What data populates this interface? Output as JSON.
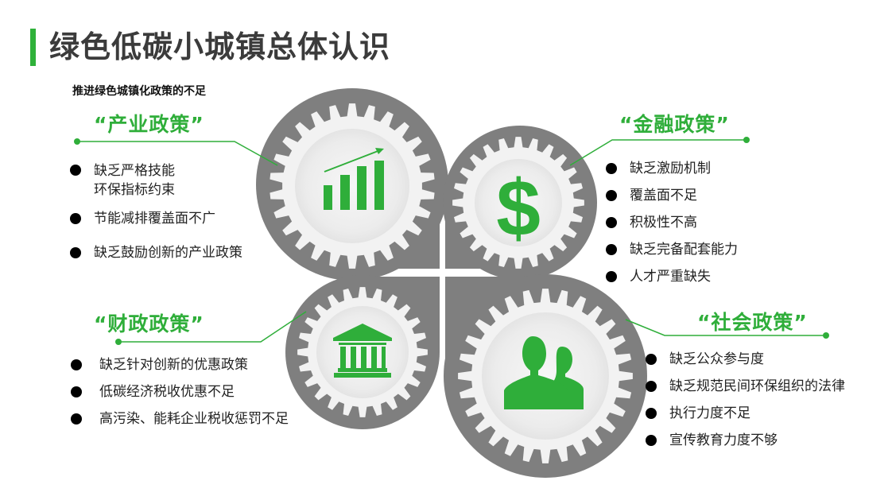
{
  "header": {
    "title": "绿色低碳小城镇总体认识",
    "subtitle": "推进绿色城镇化政策的不足",
    "accent_color": "#2fb13a"
  },
  "quadrants": [
    {
      "id": "industry",
      "title": "“产业政策”",
      "icon": "bar-chart-growth-icon",
      "items": [
        "缺乏严格技能\n环保指标约束",
        "节能减排覆盖面不广",
        "缺乏鼓励创新的产业政策"
      ]
    },
    {
      "id": "finance",
      "title": "“金融政策”",
      "icon": "dollar-icon",
      "items": [
        "缺乏激励机制",
        "覆盖面不足",
        "积极性不高",
        "缺乏完备配套能力",
        "人才严重缺失"
      ]
    },
    {
      "id": "fiscal",
      "title": "“财政政策”",
      "icon": "bank-building-icon",
      "items": [
        "缺乏针对创新的优惠政策",
        "低碳经济税收优惠不足",
        "高污染、能耗企业税收惩罚不足"
      ]
    },
    {
      "id": "social",
      "title": "“社会政策”",
      "icon": "people-group-icon",
      "items": [
        "缺乏公众参与度",
        "缺乏规范民间环保组织的法律",
        "执行力度不足",
        "宣传教育力度不够"
      ]
    }
  ],
  "colors": {
    "green": "#2fae3a",
    "petal_gray": "#7f7f7f",
    "gear_light": "#f2f2f2"
  }
}
